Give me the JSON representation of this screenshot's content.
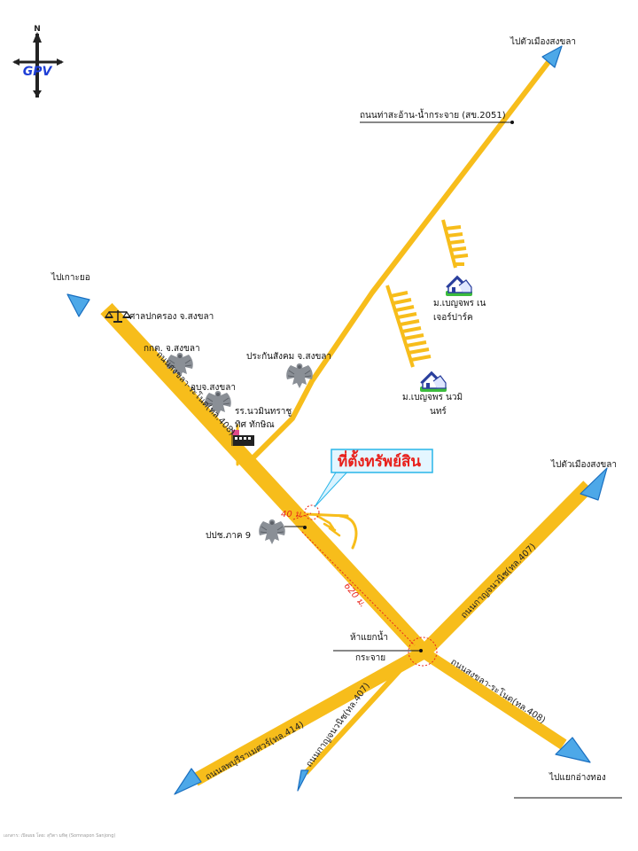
{
  "compass": {
    "north": "N",
    "logo": "GPV"
  },
  "labels": {
    "to_songkhla_top": "ไปตัวเมืองสงขลา",
    "road_2051": "ถนนท่าสะอ้าน-น้ำกระจาย (สข.2051)",
    "to_ko_yo": "ไปเกาะยอ",
    "court": "ศาลปกครอง จ.สงขลา",
    "kkt": "กกต. จ.สงขลา",
    "social_security": "ประกันสังคม จ.สงขลา",
    "obj": "อบจ.สงขลา",
    "school_line1": "รร.นวมินทราชู",
    "school_line2": "ทิศ ทักษิณ",
    "village1_line1": "ม.เบญจพร เน",
    "village1_line2": "เจอร์ปาร์ค",
    "village2_line1": "ม.เบญจพร นวมิ",
    "village2_line2": "นทร์",
    "road_408_upper": "ถนนสงขลา-ระโนด(ทล.408)",
    "property": "ที่ตั้งทรัพย์สิน",
    "dist_40": "40 ม.",
    "ppc": "ปปช.ภาค 9",
    "dist_620": "620 ม.",
    "to_songkhla_right": "ไปตัวเมืองสงขลา",
    "road_407_right": "ถนนกาญจนวนิช(ทล.407)",
    "junction_line1": "ห้าแยกน้ำ",
    "junction_line2": "กระจาย",
    "road_408_lower": "ถนนสงขลา-ระโนด(ทล.408)",
    "road_414": "ถนนลพบุรีราเมศวร์(ทล.414)",
    "road_407_lower": "ถนนกาญจนวนิช(ทล.407)",
    "to_yaek_ang_thong": "ไปแยกอ่างทอง",
    "footer": "เอกสาร: เปิดเผย โดย: สุวิตา มหิตุ (Somnapon Sanjong)"
  },
  "colors": {
    "road": "#f7bd1b",
    "road_edge": "#e8a90a",
    "arrow": "#4da8e8",
    "arrow_edge": "#1a6fc0",
    "callout_border": "#29b5e8",
    "callout_text": "#e8201b",
    "distance": "#e8261c",
    "village_roof": "#2a3f9d",
    "village_grass": "#3cbc3c"
  }
}
